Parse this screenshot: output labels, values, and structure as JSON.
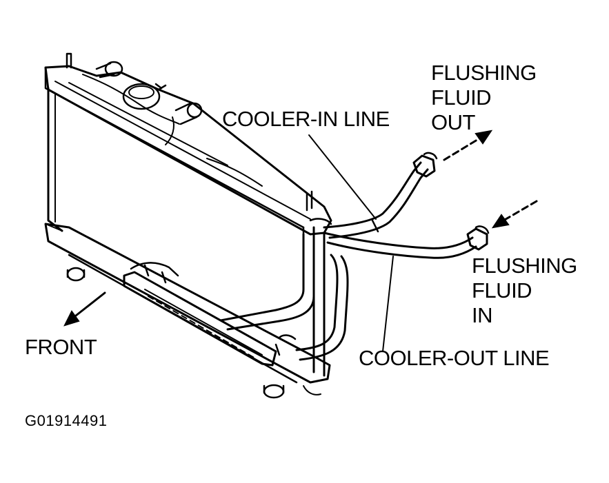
{
  "labels": {
    "flushing_out": [
      "FLUSHING",
      "FLUID",
      "OUT"
    ],
    "cooler_in": "COOLER-IN LINE",
    "flushing_in": [
      "FLUSHING",
      "FLUID",
      "IN"
    ],
    "cooler_out": "COOLER-OUT LINE",
    "front": "FRONT",
    "figure_id": "G01914491"
  },
  "colors": {
    "ink": "#000000",
    "paper": "#ffffff"
  }
}
